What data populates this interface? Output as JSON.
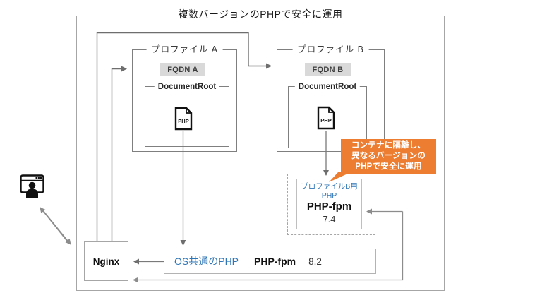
{
  "diagram": {
    "title": "複数バージョンのPHPで安全に運用",
    "profile_a": {
      "label": "プロファイル A",
      "fqdn": "FQDN A",
      "docroot_label": "DocumentRoot",
      "file_label": "PHP"
    },
    "profile_b": {
      "label": "プロファイル B",
      "fqdn": "FQDN B",
      "docroot_label": "DocumentRoot",
      "file_label": "PHP"
    },
    "callout": {
      "lines": [
        "コンテナに隔離し、",
        "異なるバージョンの",
        "PHPで安全に運用"
      ]
    },
    "container_php": {
      "owner_line1": "プロファイルB用",
      "owner_line2": "PHP",
      "name": "PHP-fpm",
      "version": "7.4"
    },
    "os_php": {
      "label": "OS共通のPHP",
      "name": "PHP-fpm",
      "version": "8.2"
    },
    "nginx_label": "Nginx",
    "colors": {
      "accent_orange": "#ed7d31",
      "accent_blue": "#2e75b6",
      "border_gray": "#a6a6a6",
      "arrow_gray": "#6e6e6e"
    }
  }
}
